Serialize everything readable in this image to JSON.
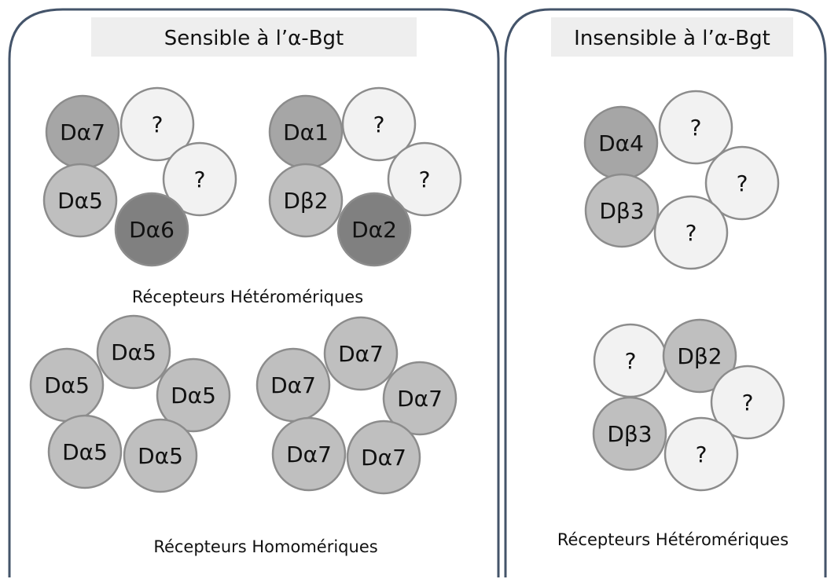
{
  "colors": {
    "panel_border": "#44546a",
    "title_bg": "#eeeeee",
    "text": "#111111",
    "circle_stroke": "#8c8c8c",
    "fill_unknown": "#f2f2f2",
    "fill_medium": "#bfbfbf",
    "fill_dark": "#a6a6a6",
    "fill_darker": "#808080"
  },
  "panels": [
    {
      "id": "sensible",
      "title": "Sensible à l’α-Bgt",
      "captions": [
        "Récepteurs Hétéromériques",
        "Récepteurs Homomériques"
      ],
      "groups": [
        {
          "kind": "heteromeric",
          "subunits": [
            {
              "label": "Dα7",
              "shade": "dark"
            },
            {
              "label": "?",
              "shade": "unknown"
            },
            {
              "label": "?",
              "shade": "unknown"
            },
            {
              "label": "Dα6",
              "shade": "darker"
            },
            {
              "label": "Dα5",
              "shade": "medium"
            }
          ]
        },
        {
          "kind": "heteromeric",
          "subunits": [
            {
              "label": "Dα1",
              "shade": "dark"
            },
            {
              "label": "?",
              "shade": "unknown"
            },
            {
              "label": "?",
              "shade": "unknown"
            },
            {
              "label": "Dα2",
              "shade": "darker"
            },
            {
              "label": "Dβ2",
              "shade": "medium"
            }
          ]
        },
        {
          "kind": "homomeric",
          "subunits": [
            {
              "label": "Dα5",
              "shade": "medium"
            },
            {
              "label": "Dα5",
              "shade": "medium"
            },
            {
              "label": "Dα5",
              "shade": "medium"
            },
            {
              "label": "Dα5",
              "shade": "medium"
            },
            {
              "label": "Dα5",
              "shade": "medium"
            }
          ]
        },
        {
          "kind": "homomeric",
          "subunits": [
            {
              "label": "Dα7",
              "shade": "medium"
            },
            {
              "label": "Dα7",
              "shade": "medium"
            },
            {
              "label": "Dα7",
              "shade": "medium"
            },
            {
              "label": "Dα7",
              "shade": "medium"
            },
            {
              "label": "Dα7",
              "shade": "medium"
            }
          ]
        }
      ]
    },
    {
      "id": "insensible",
      "title": "Insensible à l’α-Bgt",
      "captions": [
        "Récepteurs Hétéromériques"
      ],
      "groups": [
        {
          "kind": "heteromeric",
          "subunits": [
            {
              "label": "Dα4",
              "shade": "dark"
            },
            {
              "label": "?",
              "shade": "unknown"
            },
            {
              "label": "?",
              "shade": "unknown"
            },
            {
              "label": "?",
              "shade": "unknown"
            },
            {
              "label": "Dβ3",
              "shade": "medium"
            }
          ]
        },
        {
          "kind": "heteromeric",
          "subunits": [
            {
              "label": "?",
              "shade": "unknown"
            },
            {
              "label": "Dβ2",
              "shade": "medium"
            },
            {
              "label": "?",
              "shade": "unknown"
            },
            {
              "label": "?",
              "shade": "unknown"
            },
            {
              "label": "Dβ3",
              "shade": "medium"
            }
          ]
        }
      ]
    }
  ]
}
